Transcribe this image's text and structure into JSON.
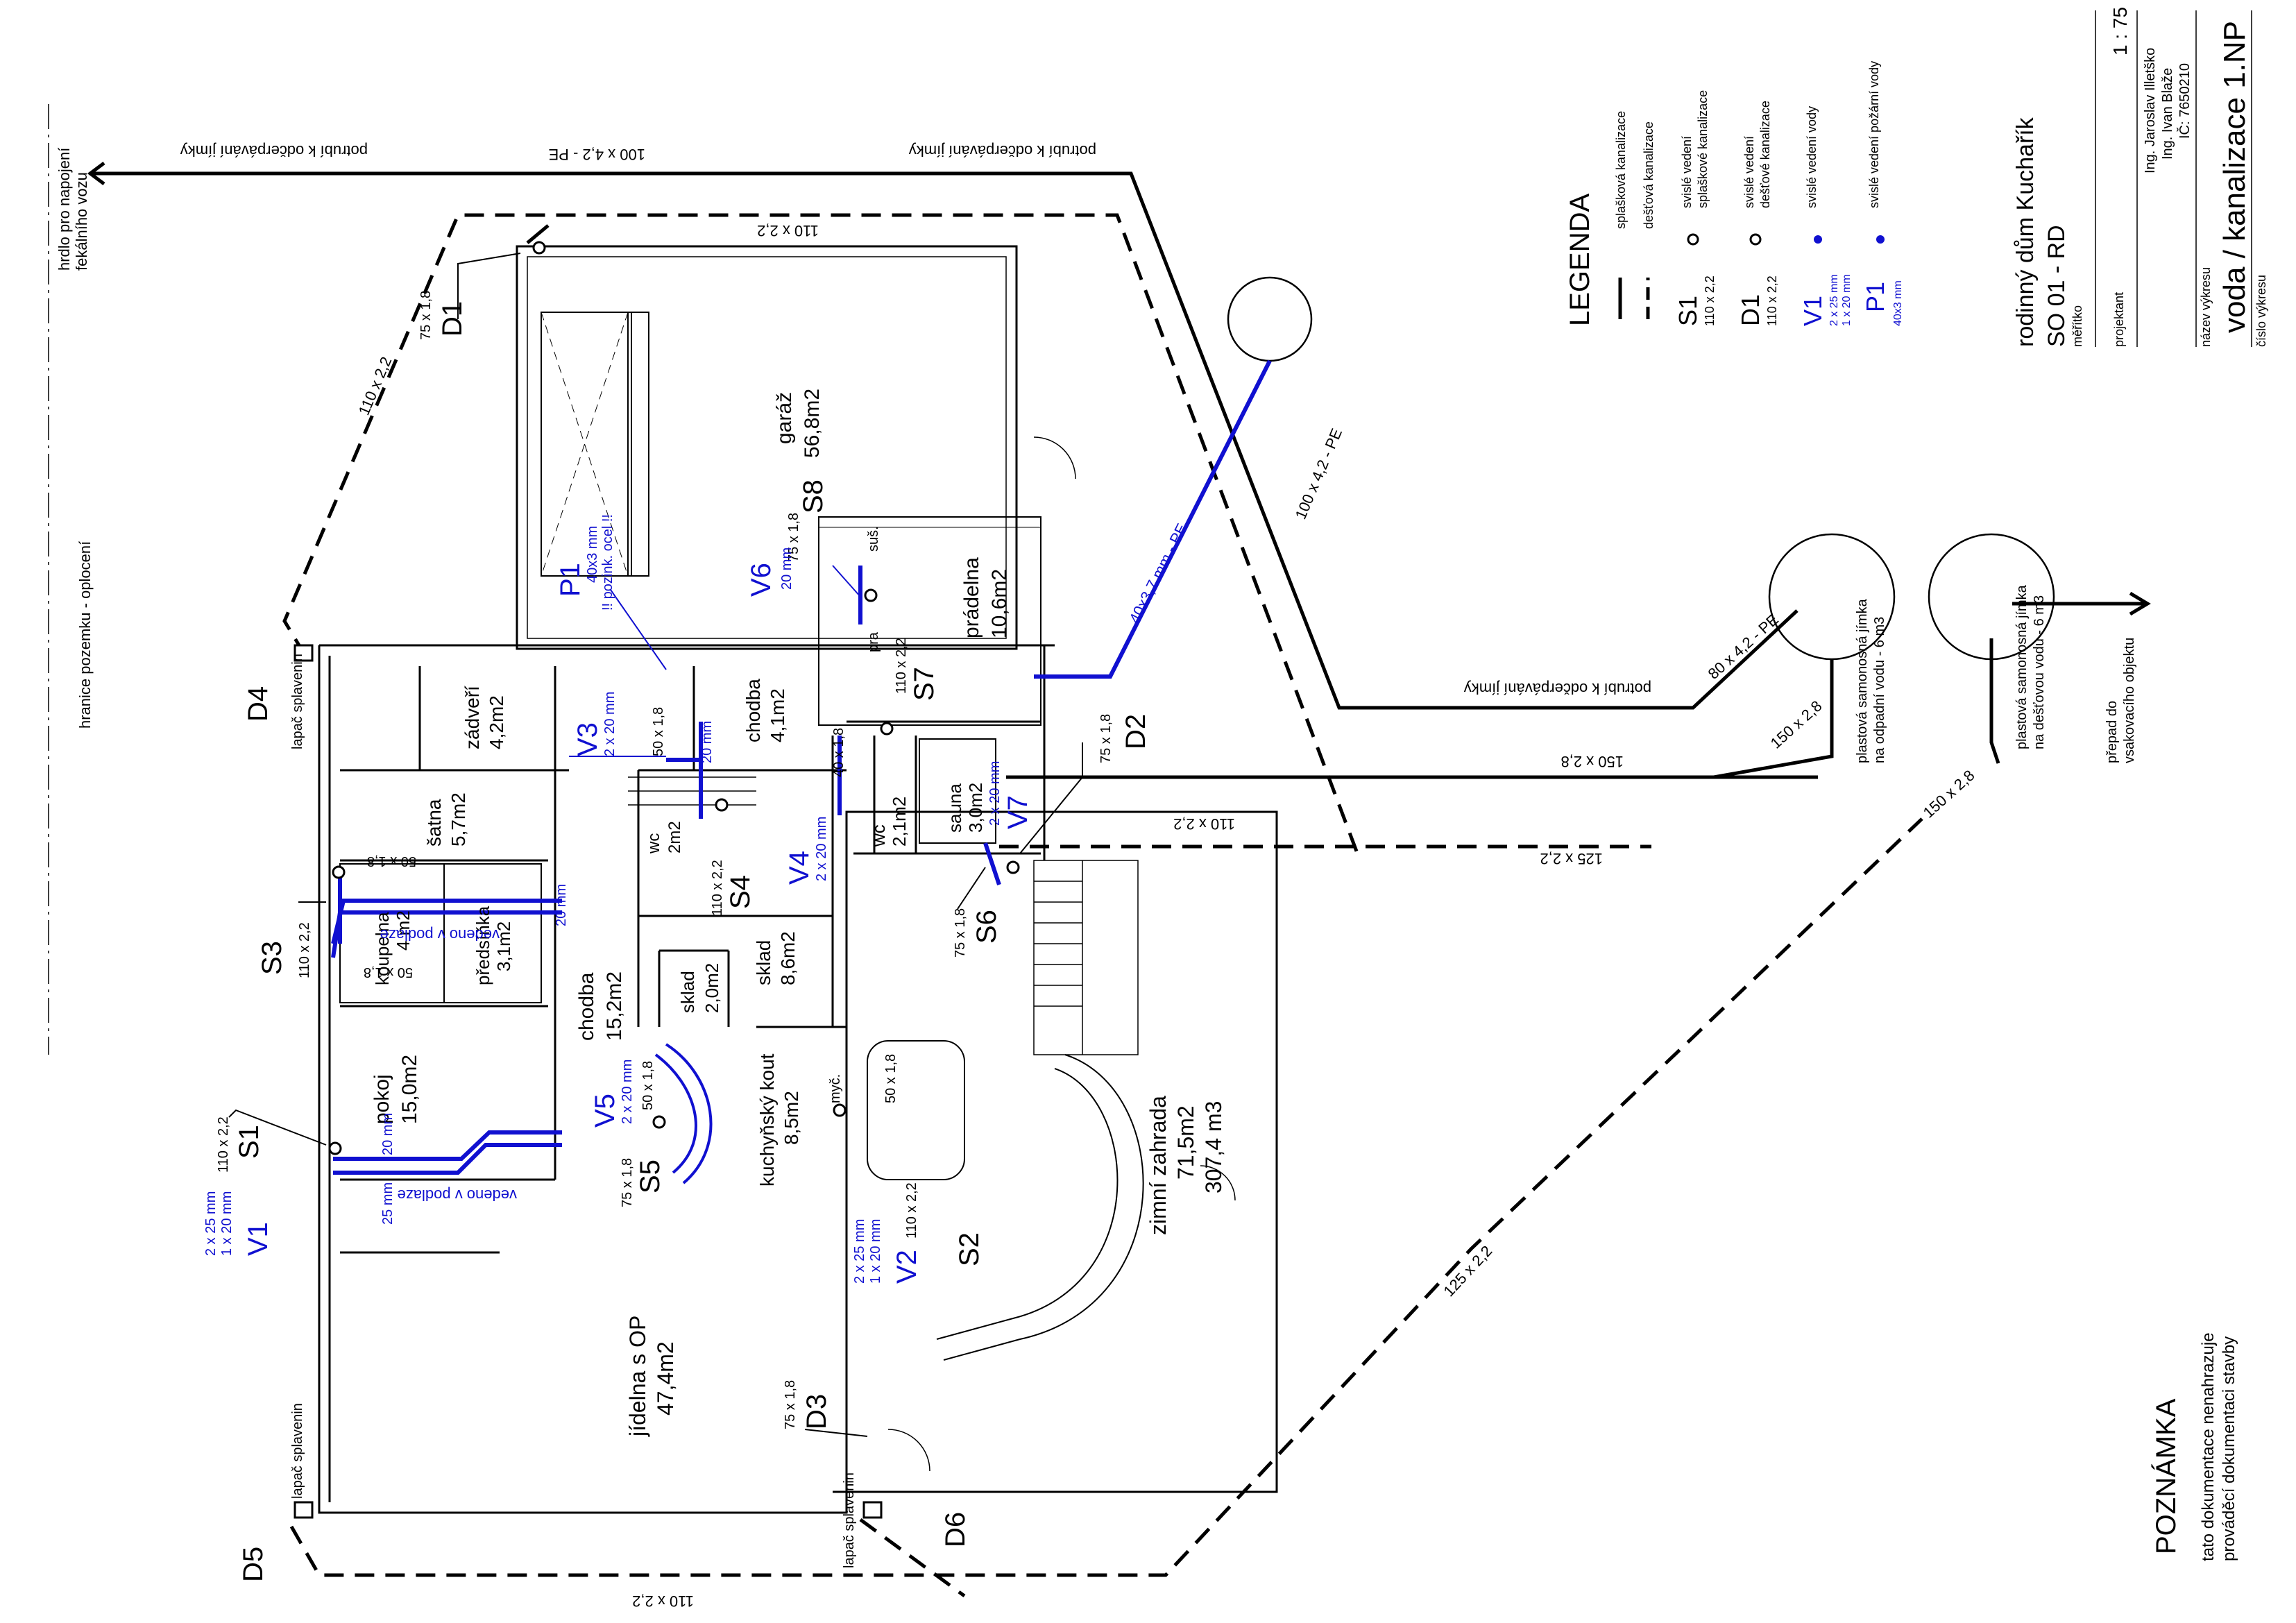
{
  "pipe_sizes": {
    "p110": "110 x 2,2",
    "p125": "125 x 2,2",
    "p150": "150 x 2,8",
    "p100pe": "100 x 4,2 - PE",
    "p80pe": "80 x 4,2 - PE",
    "p75": "75 x 1,8",
    "p50": "50 x 1,8",
    "p50b": "50 x 1,8",
    "p40": "40 x 1,8",
    "pe40": "40x3,7 mm - PE"
  },
  "drainage_notes": {
    "to_sump1": "potrubí k odčerpávání jímky",
    "to_sump2": "potrubí k odčerpávání jímky",
    "to_sump3": "potrubí k odčerpávání jímky",
    "to_fecal": "hrdlo pro napojení\nfekálního vozu",
    "boundary": "hranice pozemku - oplocení",
    "trap": "lapač splavenin",
    "tank_waste": "plastová samonosná jímka\nna odpadní vodu - 6 m3",
    "tank_rain": "plastová samonosná jímka\nna dešťovou vodu - 6 m3",
    "overflow": "přepad do\nvsakovacího objektu"
  },
  "nodes": {
    "S1": "S1",
    "S2": "S2",
    "S3": "S3",
    "S4": "S4",
    "S5": "S5",
    "S6": "S6",
    "S7": "S7",
    "S8": "S8",
    "D1": "D1",
    "D2": "D2",
    "D3": "D3",
    "D4": "D4",
    "D5": "D5",
    "D6": "D6"
  },
  "water": {
    "V1": "V1",
    "V2": "V2",
    "V3": "V3",
    "V4": "V4",
    "V5": "V5",
    "V6": "V6",
    "V7": "V7",
    "P1": "P1",
    "v1_spec": "2 x 25 mm\n1 x 20 mm",
    "v2_spec": "2 x 25 mm\n1 x 20 mm",
    "v3_spec": "2 x 20 mm",
    "v4_spec": "2 x 20 mm",
    "v5_spec": "2 x 20 mm",
    "v6_spec": "20 mm",
    "v7_spec": "2 x 20 mm",
    "p1_spec": "40x3 mm\n!! pozink. ocel !!",
    "floor_route": "vedeno v podlaze",
    "floor_route2": "vedeno v podlaze",
    "d20": "20 mm",
    "d25": "25 mm"
  },
  "rooms": [
    {
      "name": "garáž",
      "area": "56,8m2"
    },
    {
      "name": "prádelna",
      "area": "10,6m2"
    },
    {
      "name": "chodba",
      "area": "4,1m2"
    },
    {
      "name": "zádveří",
      "area": "4,2m2"
    },
    {
      "name": "šatna",
      "area": "5,7m2"
    },
    {
      "name": "sauna",
      "area": "3,0m2"
    },
    {
      "name": "wc",
      "area": "2,1m2"
    },
    {
      "name": "wc",
      "area": "2m2"
    },
    {
      "name": "sklad",
      "area": "8,6m2"
    },
    {
      "name": "sklad",
      "area": "2,0m2"
    },
    {
      "name": "chodba",
      "area": "15,2m2"
    },
    {
      "name": "pokoj",
      "area": "15,0m2"
    },
    {
      "name": "kuchyňský kout",
      "area": "8,5m2"
    },
    {
      "name": "jídelna s OP",
      "area": "47,4m2"
    },
    {
      "name": "zimní zahrada",
      "area": "71,5m2"
    },
    {
      "name": "307,4 m3",
      "area": ""
    },
    {
      "name": "koupelna",
      "area": "4 m2"
    },
    {
      "name": "předsíňka",
      "area": "3,1m2"
    }
  ],
  "fixtures": {
    "mycka": "myč.",
    "susicka": "suš.",
    "pracka": "pra"
  },
  "legend": {
    "title": "LEGENDA",
    "items": [
      {
        "symbol": "",
        "size": "",
        "label": "splašková kanalizace"
      },
      {
        "symbol": "",
        "size": "",
        "label": "dešťová kanalizace"
      },
      {
        "symbol": "S1",
        "size": "110 x 2,2",
        "label": "svislé vedení\nsplaškové kanalizace"
      },
      {
        "symbol": "D1",
        "size": "110 x 2,2",
        "label": "svislé vedení\ndešťové kanalizace"
      },
      {
        "symbol": "V1",
        "size": "2 x 25 mm\n1 x 20 mm",
        "label": "svislé vedení vody"
      },
      {
        "symbol": "P1",
        "size": "40x3 mm",
        "label": "svislé vedení požární vody"
      }
    ]
  },
  "title_block": {
    "project": "rodinný dům Kuchařík",
    "object": "SO 01 - RD",
    "scale_label": "měřítko",
    "scale_value": "1 : 75",
    "designer_label": "projektant",
    "designer1": "Ing. Jaroslav Illetško",
    "designer2": "Ing. Ivan Blaže",
    "ico": "IČ: 7650210",
    "drawing_label": "název výkresu",
    "drawing_name": "voda / kanalizace 1.NP",
    "number_label": "číslo výkresu"
  },
  "note": {
    "title": "POZNÁMKA",
    "text": "tato dokumentace nenahrazuje\nprováděcí dokumentaci stavby"
  }
}
